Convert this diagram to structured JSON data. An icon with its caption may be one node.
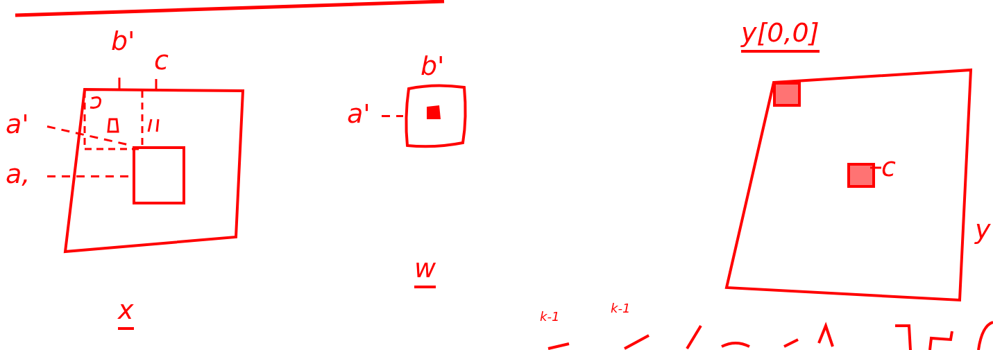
{
  "diagram": {
    "nodes": [
      {
        "text": [],
        "shape": "box"
      },
      {
        "text": [],
        "shape": "box",
        "in": 0
      },
      {
        "text": [
          "a'"
        ]
      },
      {
        "text": [
          "a,"
        ]
      },
      {
        "text": [],
        "shape": "box",
        "beside": [
          "b'"
        ]
      },
      {
        "text": [
          "a'"
        ]
      },
      {
        "text": [],
        "shape": "box",
        "beside": [
          "y"
        ]
      },
      {
        "text": [],
        "shape": "box",
        "in": 6
      },
      {
        "text": [],
        "shape": "box",
        "in": 6
      },
      {
        "text": [
          "c"
        ],
        "in": 6
      }
    ],
    "edges": [
      {
        "from": 2,
        "to": 1,
        "arrow": "none",
        "style": "dashed"
      },
      {
        "from": 3,
        "to": 1,
        "arrow": "none",
        "style": "dashed"
      },
      {
        "from": 5,
        "to": 4,
        "arrow": "none",
        "style": "dashed"
      },
      {
        "from": 9,
        "to": 8,
        "arrow": "none"
      }
    ],
    "labels": [
      "b'",
      "c",
      "x",
      "w",
      "y[0,0]",
      "k-1",
      "k-1"
    ]
  }
}
